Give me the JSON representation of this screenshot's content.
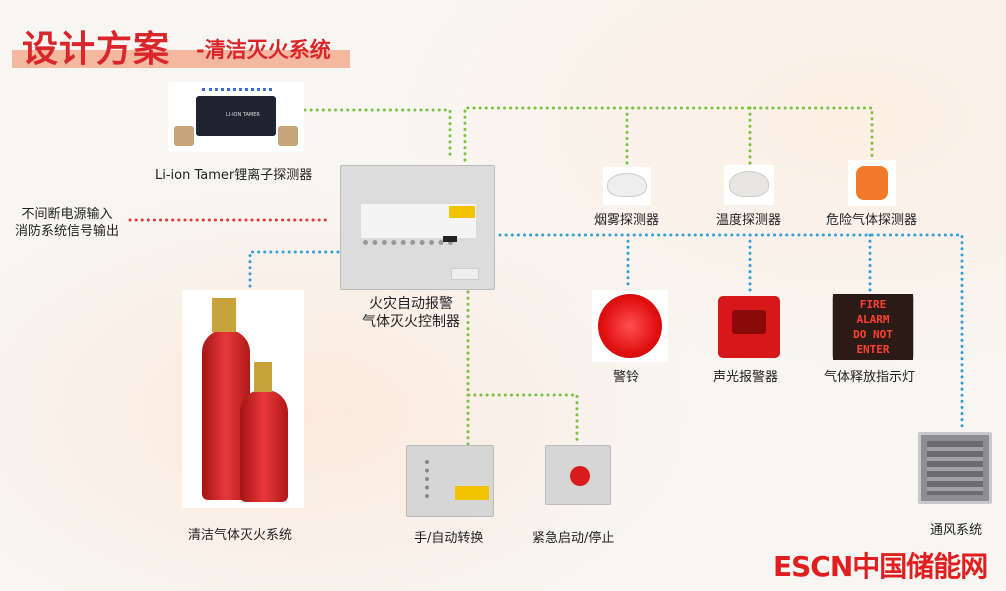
{
  "title": {
    "main": "设计方案",
    "sub": "-清洁灭火系统"
  },
  "nodes": {
    "liion": "Li-ion Tamer锂离子探测器",
    "liion_device_text": "LI-ION TAMER",
    "power": [
      "不间断电源输入",
      "消防系统信号输出"
    ],
    "controller": [
      "火灾自动报警",
      "气体灭火控制器"
    ],
    "smoke": "烟雾探测器",
    "temp": "温度探测器",
    "gas": "危险气体探测器",
    "bell": "警铃",
    "strobe": "声光报警器",
    "sign": "气体释放指示灯",
    "sign_text": [
      "FIRE ALARM",
      "DO NOT ENTER"
    ],
    "cylinder": "清洁气体灭火系统",
    "manual": "手/自动转换",
    "emergency": "紧急启动/停止",
    "vent": "通风系统"
  },
  "colors": {
    "title": "#d9262b",
    "green_line": "#7cc242",
    "blue_line": "#3a9fd8",
    "red_line": "#e03a3a"
  },
  "logo": "ESCN中国储能网"
}
